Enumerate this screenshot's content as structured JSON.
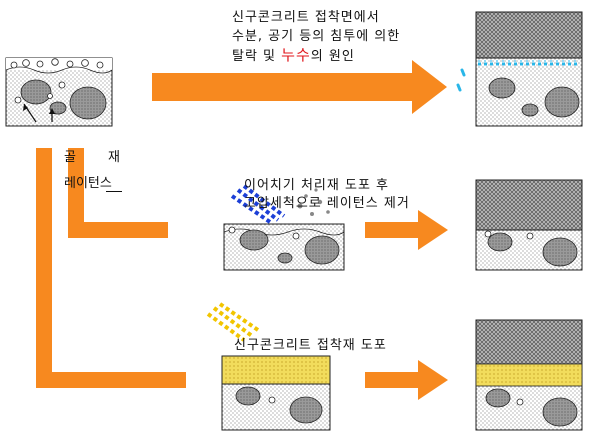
{
  "panels": {
    "top_caption_line1": "신구콘크리트 접착면에서",
    "top_caption_line2": "수분, 공기 등의 침투에 의한",
    "top_caption_line3_pre": "탈락 및 ",
    "top_caption_line3_red": "누수",
    "top_caption_line3_post": "의 원인",
    "mid_caption_line1": "이어치기 처리재 도포 후",
    "mid_caption_line2": "고압세척으로 레이턴스 제거",
    "bottom_caption": "신구콘크리트 접착재 도포"
  },
  "legend": {
    "aggregate_a": "골",
    "aggregate_b": "재",
    "laitance": "레이턴스"
  },
  "colors": {
    "arrow": "#f7891f",
    "water": "#29b6e8",
    "spray": "#1c3fd6",
    "adhesive": "#f2dc5c",
    "red_text": "#e0161b"
  }
}
